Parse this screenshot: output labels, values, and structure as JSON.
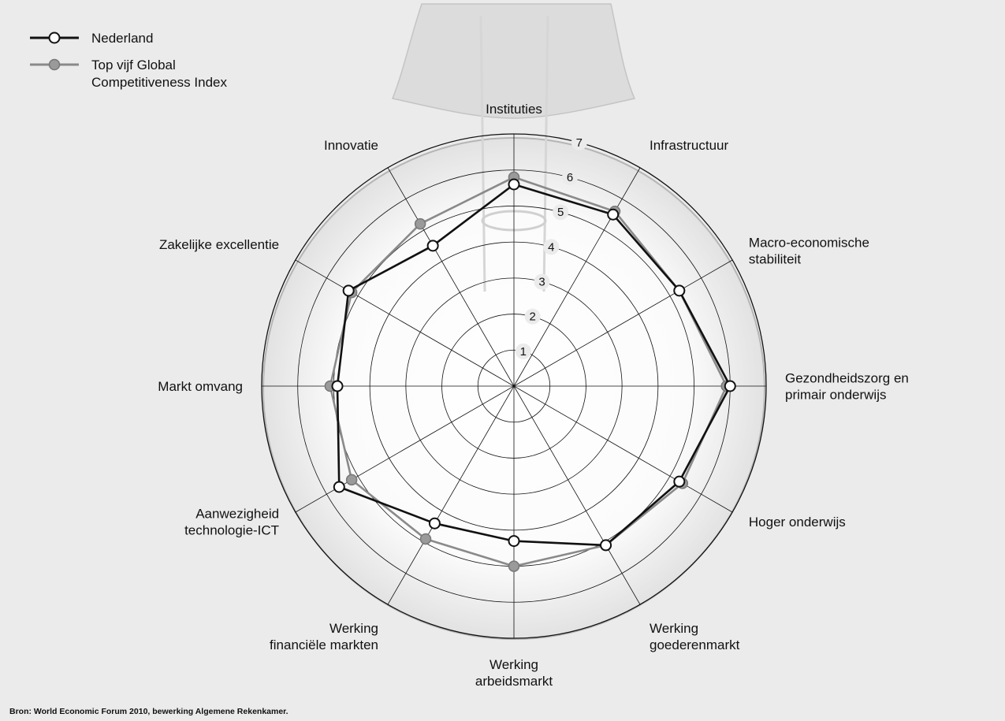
{
  "source": "Bron: World Economic Forum 2010, bewerking Algemene Rekenkamer.",
  "colors": {
    "background": "#ebebeb",
    "nederland_line": "#111111",
    "top5_line": "#8a8a8a",
    "top5_marker": "#9a9a9a",
    "grid": "#111111"
  },
  "chart_data": {
    "type": "radar",
    "rmin": 0,
    "rmax": 7,
    "ticks": [
      1,
      2,
      3,
      4,
      5,
      6,
      7
    ],
    "grid": true,
    "legend_position": "top-left",
    "categories": [
      [
        "Instituties"
      ],
      [
        "Infrastructuur"
      ],
      [
        "Macro-economische",
        "stabiliteit"
      ],
      [
        "Gezondheidszorg en",
        "primair onderwijs"
      ],
      [
        "Hoger onderwijs"
      ],
      [
        "Werking",
        "goederenmarkt"
      ],
      [
        "Werking",
        "arbeidsmarkt"
      ],
      [
        "Werking",
        "financiële markten"
      ],
      [
        "Aanwezigheid",
        "technologie-ICT"
      ],
      [
        "Markt omvang"
      ],
      [
        "Zakelijke excellentie"
      ],
      [
        "Innovatie"
      ]
    ],
    "series": [
      {
        "name": "Nederland",
        "legend_lines": [
          "Nederland"
        ],
        "values": [
          5.6,
          5.5,
          5.3,
          6.0,
          5.3,
          5.1,
          4.3,
          4.4,
          5.6,
          4.9,
          5.3,
          4.5
        ]
      },
      {
        "name": "Top vijf Global Competitiveness Index",
        "legend_lines": [
          "Top vijf Global",
          "Competitiveness Index"
        ],
        "values": [
          5.8,
          5.6,
          5.3,
          5.9,
          5.4,
          5.1,
          5.0,
          4.9,
          5.2,
          5.1,
          5.2,
          5.2
        ]
      }
    ]
  }
}
